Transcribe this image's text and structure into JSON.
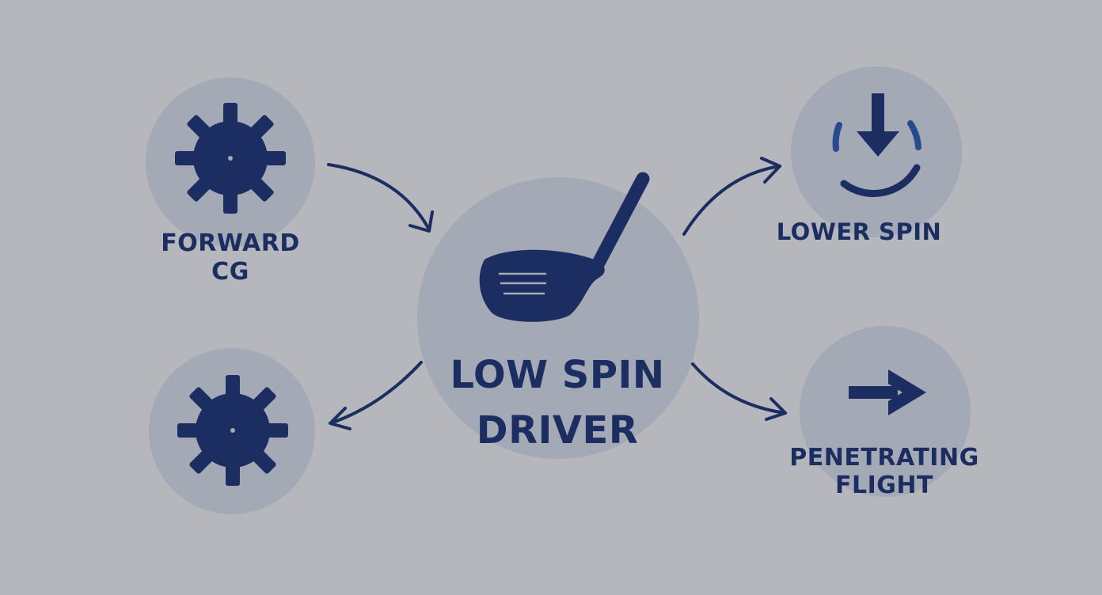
{
  "colors": {
    "background": "#b5b7bc",
    "circle_fill": "#a4a9b6",
    "icon_fill": "#1c2d61",
    "accent": "#2a4a8f"
  },
  "center": {
    "icon": "golf-driver-icon",
    "title_line1": "LOW SPIN",
    "title_line2": "DRIVER"
  },
  "nodes": {
    "forward_cg": {
      "icon": "gear-icon",
      "line1": "FORWARD",
      "line2": "CG"
    },
    "gear_bottom": {
      "icon": "gear-icon"
    },
    "lower_spin": {
      "icon": "down-arrow-ring-icon",
      "label": "LOWER SPIN"
    },
    "penetrating_flight": {
      "icon": "right-arrow-icon",
      "line1": "PENETRATING",
      "line2": "FLIGHT"
    }
  }
}
